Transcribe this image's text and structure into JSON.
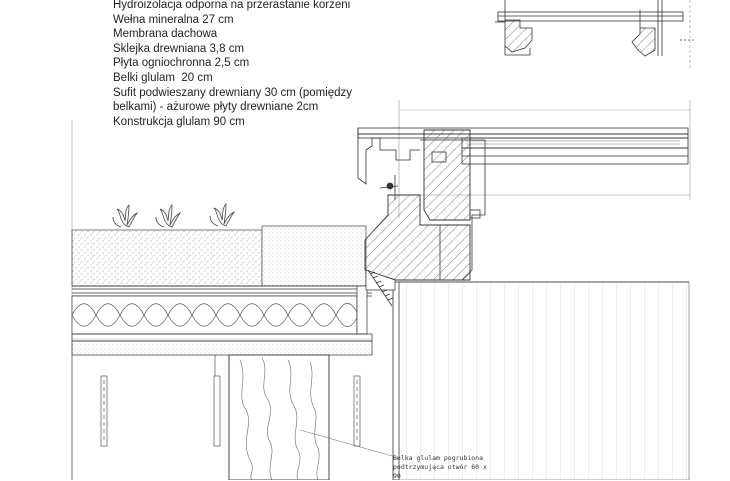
{
  "layers": [
    "Hydroizolacja odporna na przerastanie korzeni",
    "Wełna mineralna 27 cm",
    "Membrana dachowa",
    "Sklejka drewniana 3,8 cm",
    "Płyta ogniochronna 2,5 cm",
    "Belki glulam  20 cm",
    "Sufit podwieszany drewniany 30 cm (pomiędzy belkami) - ażurowe płyty drewniane 2cm",
    "Konstrukcja glulam 90 cm"
  ],
  "beam_note": {
    "line1": "Belka glulam pogrubiona",
    "line2": "podtrzymująca otwór 60 x",
    "line3": "90"
  }
}
